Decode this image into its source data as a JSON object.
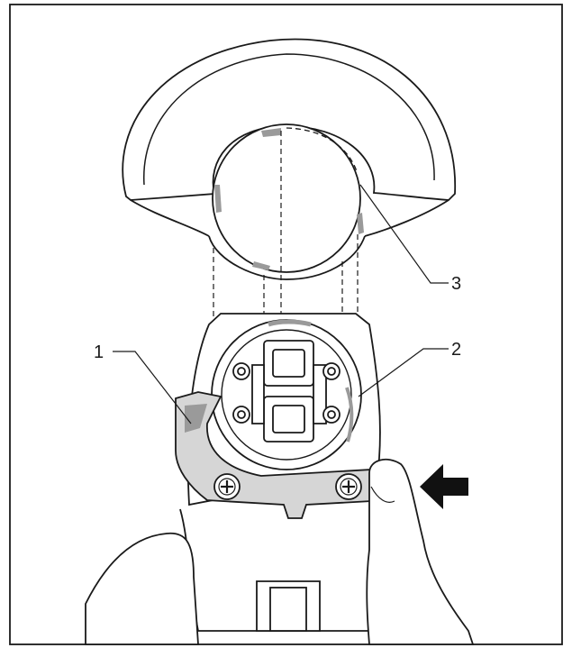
{
  "callouts": [
    {
      "id": "1",
      "label": "1"
    },
    {
      "id": "2",
      "label": "2"
    },
    {
      "id": "3",
      "label": "3"
    }
  ],
  "colors": {
    "line": "#1a1a1a",
    "paper": "#ffffff",
    "shade": "#9a9a9a",
    "shade_light": "#d6d6d6",
    "arrow": "#111111"
  },
  "icons": {
    "push_arrow": "arrow-left-icon",
    "screw": "phillips-screw-icon"
  }
}
